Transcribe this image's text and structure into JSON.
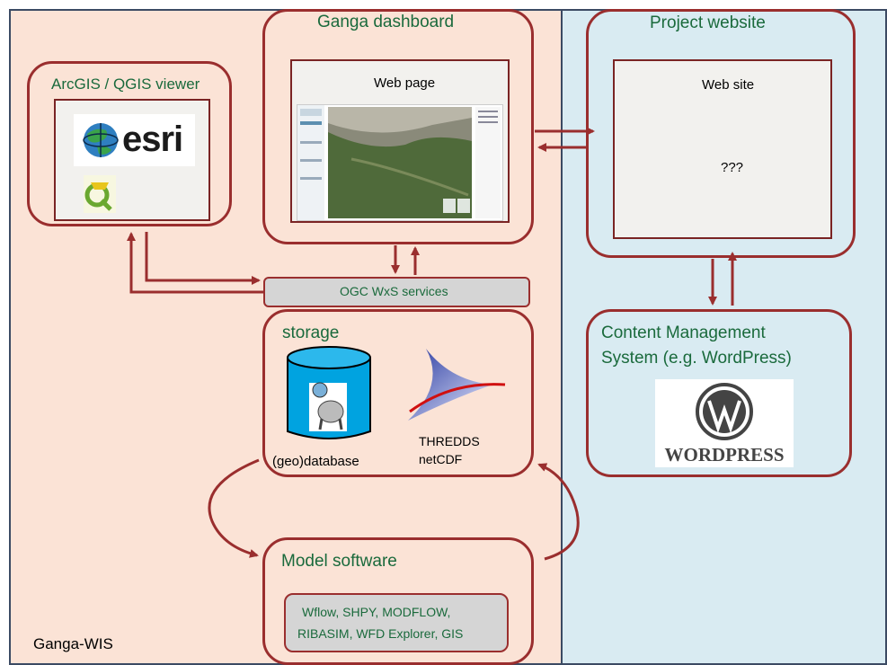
{
  "system_label": "Ganga-WIS",
  "arcgis": {
    "title": "ArcGIS / QGIS viewer",
    "esri_logo": "esri",
    "qgis_icon": "qgis-icon"
  },
  "dashboard": {
    "title": "Ganga dashboard",
    "inner_label": "Web page"
  },
  "website": {
    "title": "Project website",
    "inner_label": "Web site",
    "placeholder": "???"
  },
  "ogc": {
    "label": "OGC WxS services"
  },
  "storage": {
    "title": "storage",
    "db_label": "(geo)database",
    "thredds_label": "THREDDS",
    "netcdf_label": "netCDF"
  },
  "model": {
    "title": "Model software",
    "tools_line1": "Wflow, SHPY, MODFLOW,",
    "tools_line2": "RIBASIM, WFD Explorer, GIS"
  },
  "cms": {
    "title_line1": "Content Management",
    "title_line2": "System (e.g. WordPress)",
    "wordpress_logo": "WORDPRESS"
  },
  "colors": {
    "left_bg": "#fbe3d6",
    "right_bg": "#d9ebf2",
    "box_border": "#9a2e2e",
    "title_green": "#1a6a3c"
  }
}
